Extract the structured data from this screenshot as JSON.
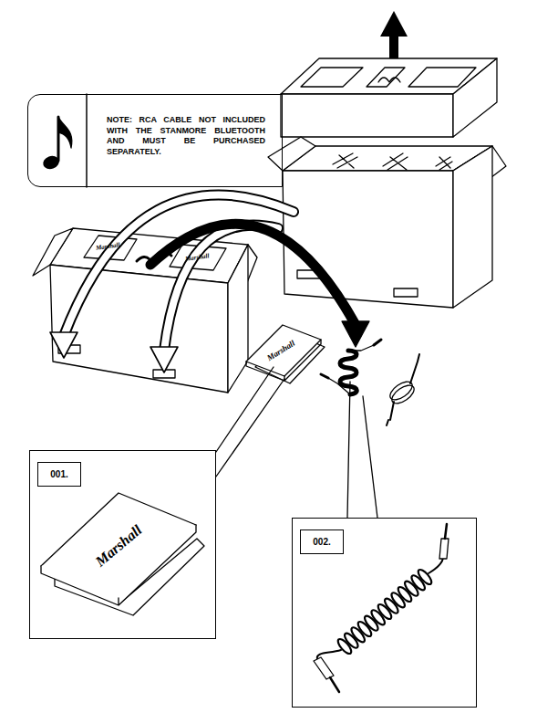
{
  "diagram": {
    "nodes": [
      {
        "text": [
          "NOTE: RCA CABLE NOT INCLUDED WITH THE STANMORE BLUETOOTH AND MUST BE PURCHASED SEPARATELY."
        ]
      },
      {
        "text": [
          "001."
        ]
      },
      {
        "text": [
          "002."
        ]
      }
    ],
    "labels": [
      "Marshall",
      "Marshall",
      "Marshall",
      "Marshall"
    ]
  }
}
